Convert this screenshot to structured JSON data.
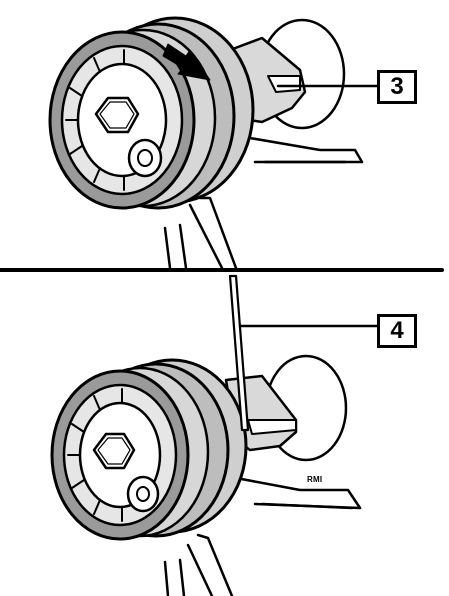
{
  "callouts": {
    "upper": "3",
    "lower": "4"
  },
  "watermark": "RMI"
}
